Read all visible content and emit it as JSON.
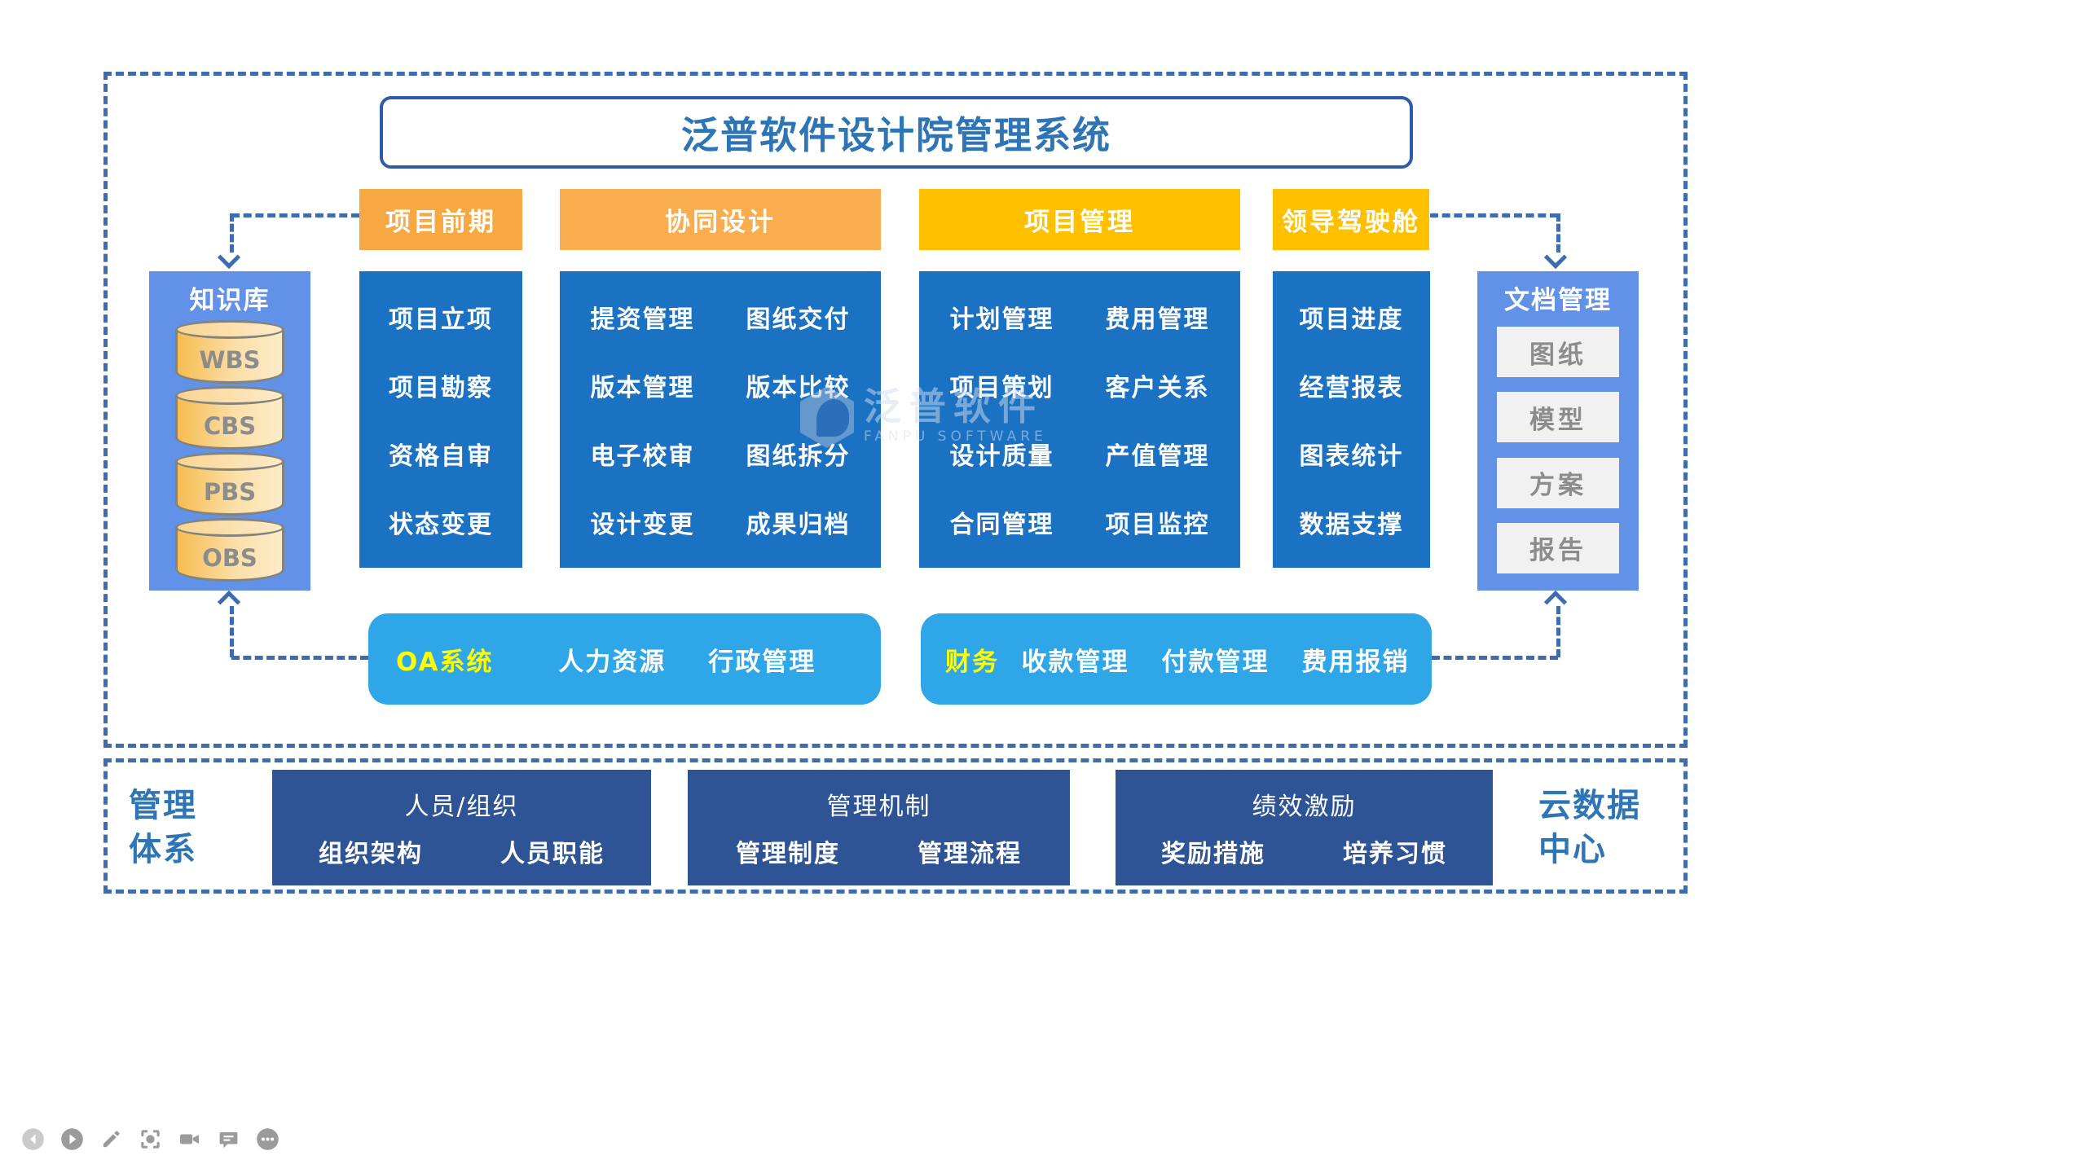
{
  "title": "泛普软件设计院管理系统",
  "tabs": [
    {
      "label": "项目前期",
      "color": "#F7A843"
    },
    {
      "label": "协同设计",
      "color": "#F9AD4F"
    },
    {
      "label": "项目管理",
      "color": "#FFC000"
    },
    {
      "label": "领导驾驶舱",
      "color": "#FFC000"
    }
  ],
  "knowledge_base": {
    "title": "知识库",
    "cylinders": [
      "WBS",
      "CBS",
      "PBS",
      "OBS"
    ]
  },
  "columns": [
    {
      "name": "项目前期",
      "items": [
        "项目立项",
        "项目勘察",
        "资格自审",
        "状态变更"
      ]
    },
    {
      "name": "协同设计",
      "items": [
        "提资管理",
        "图纸交付",
        "版本管理",
        "版本比较",
        "电子校审",
        "图纸拆分",
        "设计变更",
        "成果归档"
      ]
    },
    {
      "name": "项目管理",
      "items": [
        "计划管理",
        "费用管理",
        "项目策划",
        "客户关系",
        "设计质量",
        "产值管理",
        "合同管理",
        "项目监控"
      ]
    },
    {
      "name": "领导驾驶舱",
      "items": [
        "项目进度",
        "经营报表",
        "图表统计",
        "数据支撑"
      ]
    }
  ],
  "document_mgmt": {
    "title": "文档管理",
    "items": [
      "图纸",
      "模型",
      "方案",
      "报告"
    ]
  },
  "oa_bar": {
    "label": "OA系统",
    "items": [
      "人力资源",
      "行政管理"
    ]
  },
  "finance_bar": {
    "label": "财务",
    "items": [
      "收款管理",
      "付款管理",
      "费用报销"
    ]
  },
  "bottom_section": {
    "left_label_line1": "管理",
    "left_label_line2": "体系",
    "boxes": [
      {
        "title": "人员/组织",
        "items": [
          "组织架构",
          "人员职能"
        ]
      },
      {
        "title": "管理机制",
        "items": [
          "管理制度",
          "管理流程"
        ]
      },
      {
        "title": "绩效激励",
        "items": [
          "奖励措施",
          "培养习惯"
        ]
      }
    ],
    "right_label_line1": "云数据",
    "right_label_line2": "中心"
  },
  "watermark": {
    "text": "泛普软件",
    "subtext": "FANPU SOFTWARE"
  },
  "toolbar": {
    "icons": [
      "previous",
      "play",
      "edit-pencil",
      "screenshot-focus",
      "video-camera",
      "comment",
      "more-options"
    ]
  },
  "colors": {
    "accent_text_blue": "#2E75B6",
    "title_border_blue": "#2F5CA8",
    "dash_connector_blue": "#3E6CB0",
    "column_blue": "#1B72C3",
    "side_panel_blue": "#6292E8",
    "bar_sky_blue": "#2EA6E8",
    "bottom_navy": "#2F5496",
    "tab_orange_1": "#F7A843",
    "tab_orange_2": "#F9AD4F",
    "tab_gold": "#FFC000",
    "highlight_yellow": "#FFFF00",
    "doc_item_gray": "#F1F1F1",
    "cylinder_outline": "#83837B",
    "gray_text": "#8C8C8C",
    "toolbar_gray": "#9E9E9E"
  }
}
